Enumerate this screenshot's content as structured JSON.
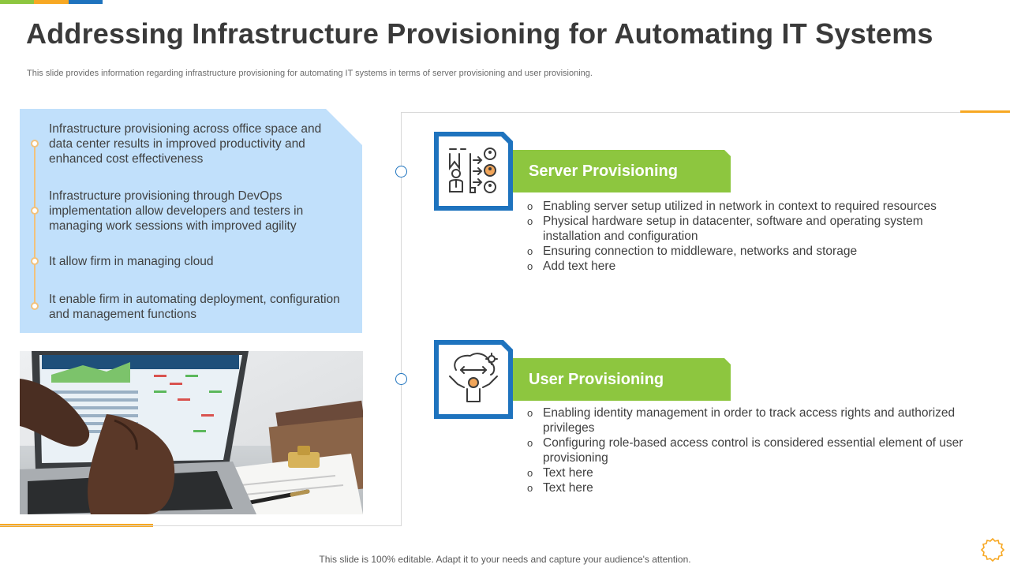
{
  "title": "Addressing Infrastructure Provisioning for Automating IT Systems",
  "subtitle": "This slide provides information regarding infrastructure provisioning for automating IT systems in terms of server provisioning and user provisioning.",
  "left_panel": {
    "items": [
      "Infrastructure  provisioning across office space and data center results in improved productivity and enhanced cost effectiveness",
      "Infrastructure  provisioning through DevOps implementation allow developers and testers in managing work sessions with improved agility",
      "It allow firm in managing cloud",
      "It enable firm in automating deployment, configuration and management functions"
    ]
  },
  "sections": [
    {
      "heading": "Server Provisioning",
      "bullets": [
        "Enabling server setup utilized in network in context to required resources",
        "Physical hardware setup in datacenter, software and operating system installation and configuration",
        "Ensuring connection to middleware, networks and storage",
        "Add text here"
      ]
    },
    {
      "heading": "User Provisioning",
      "bullets": [
        "Enabling identity management in order to track access rights and authorized privileges",
        "Configuring role-based access control is considered essential element of user provisioning",
        "Text here",
        "Text here"
      ]
    }
  ],
  "bullet_glyph": "o",
  "footer": "This slide is 100% editable. Adapt it to your needs and capture your audience's attention.",
  "colors": {
    "green": "#8dc63f",
    "orange": "#f7a823",
    "blue": "#1e73be",
    "panel_blue": "#c1e0fb"
  }
}
